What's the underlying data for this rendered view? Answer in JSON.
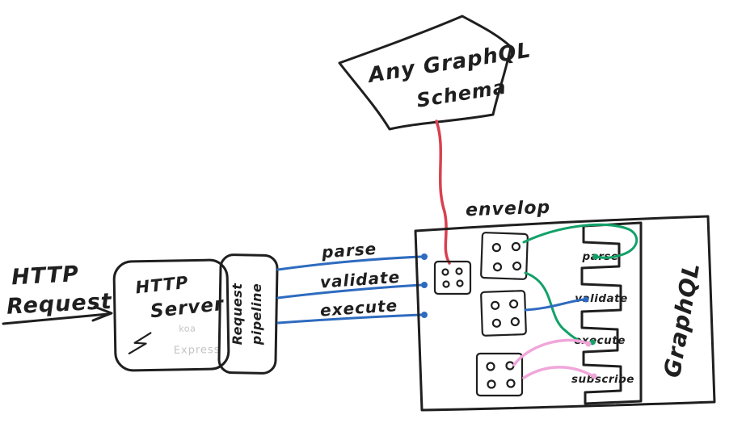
{
  "diagram": {
    "schema": {
      "line1": "Any GraphQL",
      "line2": "Schema"
    },
    "request": {
      "line1": "HTTP",
      "line2": "Request"
    },
    "server": {
      "line1": "HTTP",
      "line2": "Server",
      "sub1": "koa",
      "sub2": "Express"
    },
    "pipeline": {
      "line1": "Request",
      "line2": "pipeline"
    },
    "calls": {
      "parse": "parse",
      "validate": "validate",
      "execute": "execute"
    },
    "envelop": {
      "label": "envelop"
    },
    "hooks": {
      "parse": "parse",
      "validate": "validate",
      "execute": "execute",
      "subscribe": "subscribe"
    },
    "graphql": "GraphQL",
    "colors": {
      "ink": "#1f1f1f",
      "red": "#d9404f",
      "blue": "#2e6bbf",
      "green": "#12a168",
      "pink": "#f1a6da",
      "gray": "#c4c4c4"
    }
  }
}
